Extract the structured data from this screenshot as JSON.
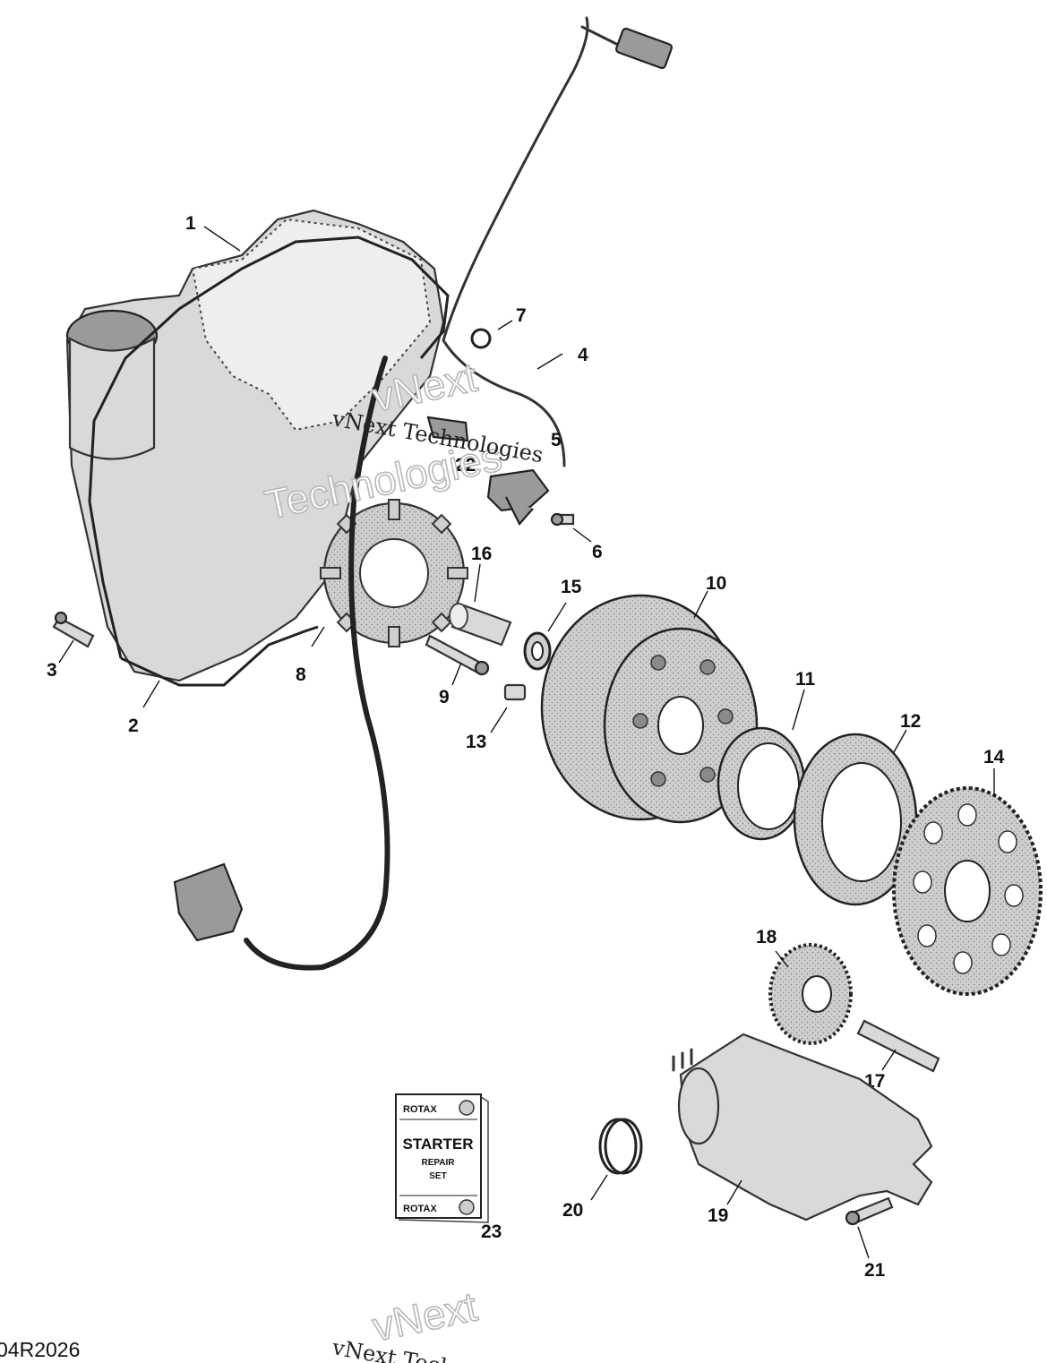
{
  "document_code": "04R2026",
  "watermark": {
    "line1": "vNext Technologies",
    "line2_a": "vNext",
    "line2_b": "Technologies"
  },
  "kit_label": {
    "brand_top": "ROTAX",
    "title": "STARTER",
    "line2": "REPAIR",
    "line3": "SET",
    "brand_bottom": "ROTAX"
  },
  "callouts": {
    "c1": "1",
    "c2": "2",
    "c3": "3",
    "c4": "4",
    "c5": "5",
    "c6": "6",
    "c7": "7",
    "c8": "8",
    "c9": "9",
    "c10": "10",
    "c11": "11",
    "c12": "12",
    "c13": "13",
    "c14": "14",
    "c15": "15",
    "c16": "16",
    "c17": "17",
    "c18": "18",
    "c19": "19",
    "c20": "20",
    "c21": "21",
    "c22": "22",
    "c23": "23"
  }
}
